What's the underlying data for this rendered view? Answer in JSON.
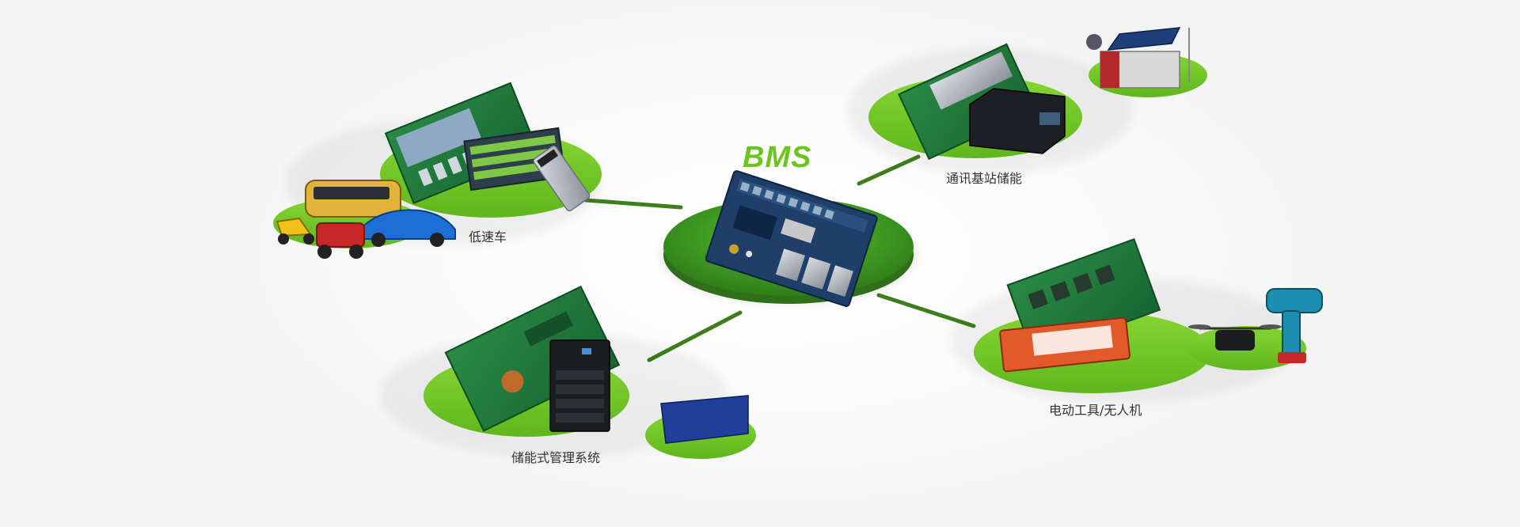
{
  "center": {
    "logo_text": "BMS"
  },
  "nodes": [
    {
      "id": "low-speed-vehicle",
      "label": "低速车"
    },
    {
      "id": "telecom-base-station",
      "label": "通讯基站储能"
    },
    {
      "id": "energy-storage-system",
      "label": "储能式管理系统"
    },
    {
      "id": "power-tools-drones",
      "label": "电动工具/无人机"
    }
  ],
  "colors": {
    "brand_green": "#6cc421",
    "island_green": "#74c92a",
    "connector_green": "#3a7d1a",
    "pcb_green": "#1f7a3a",
    "pcb_blue": "#1f3f6a",
    "label_text": "#333333"
  },
  "icons": [
    "pcb-board-icon",
    "vehicle-icon",
    "server-cabinet-icon",
    "battery-pack-icon",
    "solar-house-icon",
    "drone-icon",
    "drill-icon",
    "battery-box-icon"
  ]
}
